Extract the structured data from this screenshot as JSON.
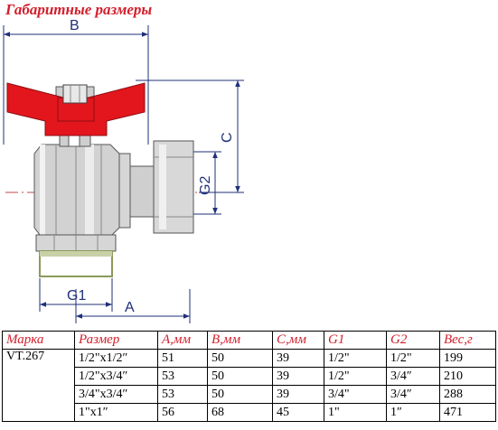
{
  "title": "Габаритные размеры",
  "drawing": {
    "labels": {
      "B": "B",
      "C": "C",
      "G2": "G2",
      "G1": "G1",
      "A": "A"
    },
    "colors": {
      "handle": "#e3161d",
      "line": "#1f2f7a",
      "body": "#c9c9c9",
      "thread": "#8a9a5b"
    }
  },
  "table": {
    "headers": [
      "Марка",
      "Размер",
      "A,мм",
      "B,мм",
      "C,мм",
      "G1",
      "G2",
      "Вес,г"
    ],
    "brand": "VT.267",
    "rows": [
      [
        "1/2\"x1/2″",
        "51",
        "50",
        "39",
        "1/2\"",
        "1/2\"",
        "199"
      ],
      [
        "1/2\"x3/4″",
        "53",
        "50",
        "39",
        "1/2\"",
        "3/4″",
        "210"
      ],
      [
        "3/4\"x3/4″",
        "53",
        "50",
        "39",
        "3/4\"",
        "3/4″",
        "288"
      ],
      [
        "1\"x1″",
        "56",
        "68",
        "45",
        "1\"",
        "1″",
        "471"
      ]
    ]
  }
}
